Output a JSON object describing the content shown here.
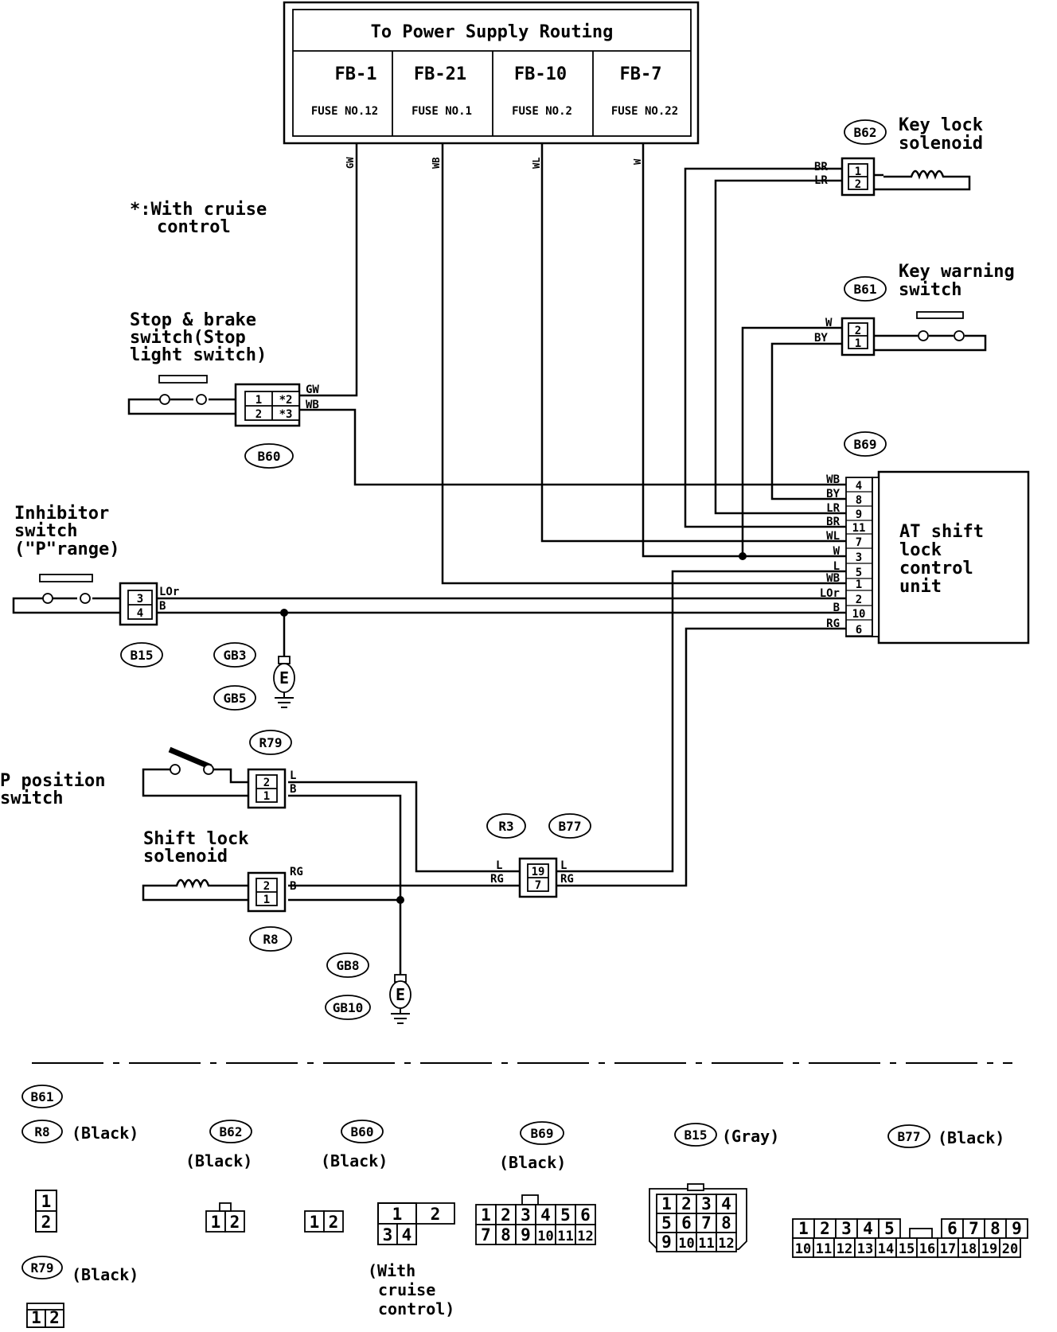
{
  "power_supply": {
    "title": "To Power Supply Routing",
    "fuses": [
      {
        "block": "FB-1",
        "fuse": "FUSE NO.12",
        "wire": "GW"
      },
      {
        "block": "FB-21",
        "fuse": "FUSE NO.1",
        "wire": "WB"
      },
      {
        "block": "FB-10",
        "fuse": "FUSE NO.2",
        "wire": "WL"
      },
      {
        "block": "FB-7",
        "fuse": "FUSE NO.22",
        "wire": "W"
      }
    ]
  },
  "note": {
    "line1": "*:With cruise",
    "line2": "control"
  },
  "components": {
    "stop_switch": {
      "line1": "Stop & brake",
      "line2": "switch(Stop",
      "line3": "light switch)",
      "ref": "B60",
      "pins": [
        "1",
        "*2",
        "2",
        "*3"
      ],
      "wire_top": "GW",
      "wire_bottom": "WB"
    },
    "inhibitor": {
      "line1": "Inhibitor",
      "line2": "switch",
      "line3": "(\"P\"range)",
      "ref": "B15",
      "pins": [
        "3",
        "4"
      ],
      "wire_top": "LOr",
      "wire_bottom": "B"
    },
    "ground1": {
      "ref1": "GB3",
      "ref2": "GB5",
      "symbol": "E"
    },
    "key_lock": {
      "line1": "Key lock",
      "line2": "solenoid",
      "ref": "B62",
      "pins": [
        "1",
        "2"
      ],
      "wire_top": "BR",
      "wire_bottom": "LR"
    },
    "key_warning": {
      "line1": "Key warning",
      "line2": "switch",
      "ref": "B61",
      "pins": [
        "2",
        "1"
      ],
      "wire_top": "W",
      "wire_bottom": "BY"
    },
    "at_unit": {
      "line1": "AT shift",
      "line2": "lock",
      "line3": "control",
      "line4": "unit",
      "ref": "B69",
      "pins": [
        {
          "wire": "WB",
          "pin": "4"
        },
        {
          "wire": "BY",
          "pin": "8"
        },
        {
          "wire": "LR",
          "pin": "9"
        },
        {
          "wire": "BR",
          "pin": "11"
        },
        {
          "wire": "WL",
          "pin": "7"
        },
        {
          "wire": "W",
          "pin": "3"
        },
        {
          "wire": "L",
          "pin": "5"
        },
        {
          "wire": "WB",
          "pin": "1"
        },
        {
          "wire": "LOr",
          "pin": "2"
        },
        {
          "wire": "B",
          "pin": "10"
        },
        {
          "wire": "RG",
          "pin": "6"
        }
      ]
    },
    "p_switch": {
      "line1": "P position",
      "line2": "switch",
      "ref": "R79",
      "pins": [
        "2",
        "1"
      ],
      "wire_top": "L",
      "wire_bottom": "B"
    },
    "shift_solenoid": {
      "line1": "Shift lock",
      "line2": "solenoid",
      "ref": "R8",
      "pins": [
        "2",
        "1"
      ],
      "wire_top": "RG",
      "wire_bottom": "B"
    },
    "joint": {
      "ref1": "R3",
      "ref2": "B77",
      "pins": [
        "19",
        "7"
      ],
      "left_top": "L",
      "left_bottom": "RG",
      "right_top": "L",
      "right_bottom": "RG"
    },
    "ground2": {
      "ref1": "GB8",
      "ref2": "GB10",
      "symbol": "E"
    }
  },
  "legend": {
    "b61": "B61",
    "r8": "R8",
    "r8_color": "(Black)",
    "b62": "B62",
    "b62_color": "(Black)",
    "b60": "B60",
    "b60_color": "(Black)",
    "b69": "B69",
    "b69_color": "(Black)",
    "b15": "B15",
    "b15_color": "(Gray)",
    "b77": "B77",
    "b77_color": "(Black)",
    "r79": "R79",
    "r79_color": "(Black)",
    "cruise": {
      "line1": "(With",
      "line2": "cruise",
      "line3": "control)"
    },
    "conn_2v": [
      "1",
      "2"
    ],
    "conn_2h": [
      "1",
      "2"
    ],
    "conn_4": [
      "1",
      "2",
      "3",
      "4"
    ],
    "conn_12a": [
      "1",
      "2",
      "3",
      "4",
      "5",
      "6",
      "7",
      "8",
      "9",
      "10",
      "11",
      "12"
    ],
    "conn_12b": [
      "1",
      "2",
      "3",
      "4",
      "5",
      "6",
      "7",
      "8",
      "9",
      "10",
      "11",
      "12"
    ],
    "conn_20": [
      "1",
      "2",
      "3",
      "4",
      "5",
      "6",
      "7",
      "8",
      "9",
      "10",
      "11",
      "12",
      "13",
      "14",
      "15",
      "16",
      "17",
      "18",
      "19",
      "20"
    ]
  }
}
